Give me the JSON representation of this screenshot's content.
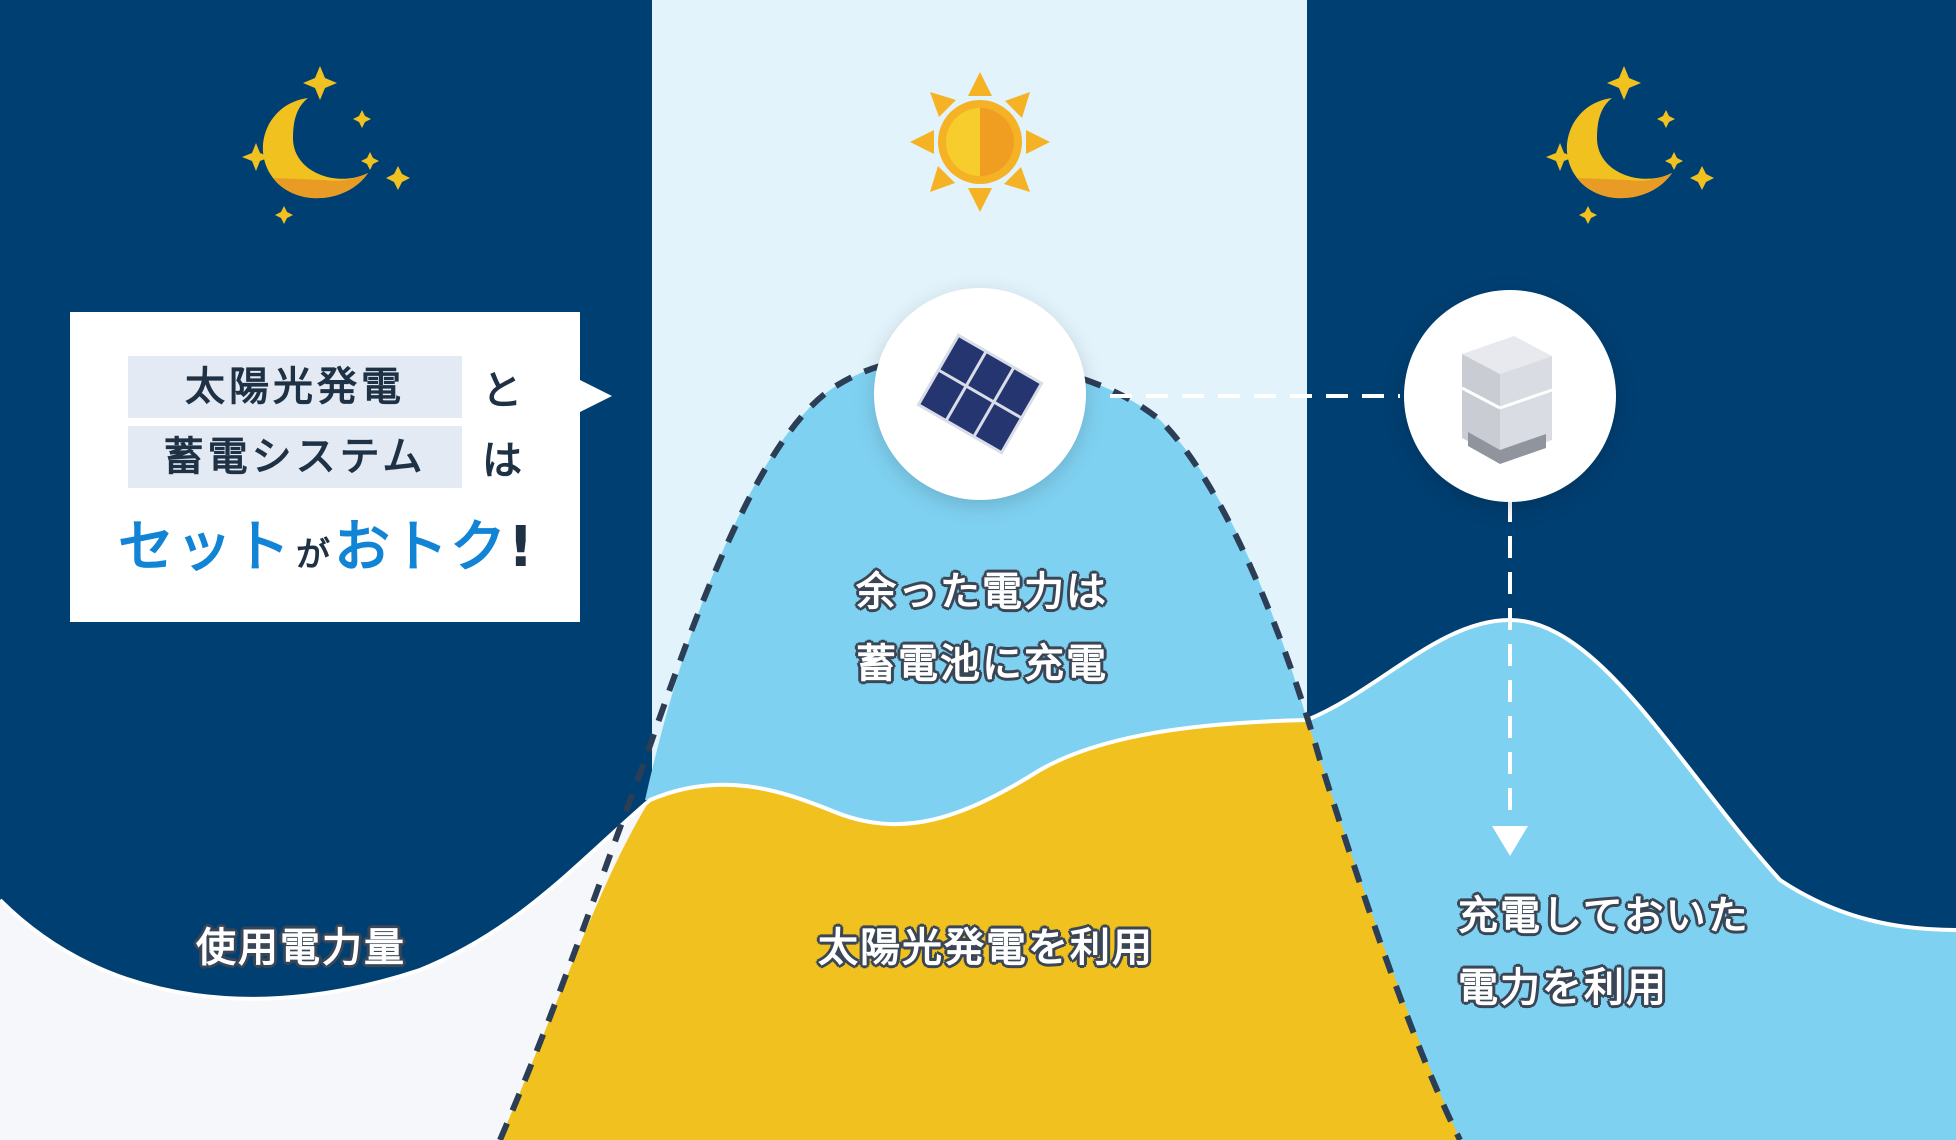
{
  "callout": {
    "line1": "太陽光発電",
    "line1_suffix": "と",
    "line2": "蓄電システム",
    "line2_suffix": "は",
    "tagline_part1": "セット",
    "tagline_connector": "が",
    "tagline_part2": "おトク",
    "tagline_end": "!"
  },
  "labels": {
    "usage": "使用電力量",
    "surplus_line1": "余った電力は",
    "surplus_line2": "蓄電池に充電",
    "solar_use": "太陽光発電を利用",
    "stored_line1": "充電しておいた",
    "stored_line2": "電力を利用"
  },
  "icons": {
    "left": "moon-stars-icon",
    "center": "sun-icon",
    "right": "moon-stars-icon",
    "panel": "solar-panel-icon",
    "battery": "storage-battery-icon"
  },
  "colors": {
    "night": "#003f72",
    "day": "#e2f3fb",
    "usage_fill": "#f5f7fa",
    "solar_fill": "#f1c120",
    "surplus_fill": "#7fd1f1",
    "curve_dash": "#2c3e56",
    "accent_blue": "#1184d6",
    "moon": "#f1c120",
    "sun": "#f4b224"
  }
}
